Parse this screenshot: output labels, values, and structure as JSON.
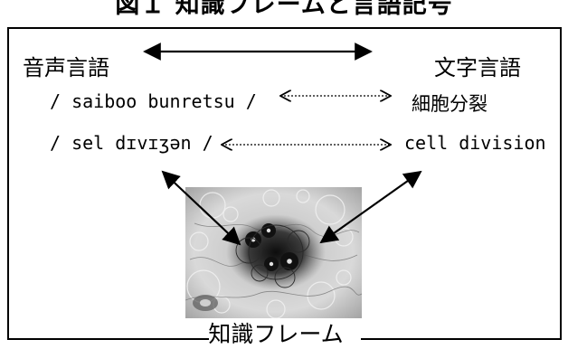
{
  "title": "図１ 知識フレームと言語記号",
  "spoken": {
    "heading": "音声言語",
    "jp_reading": "/ saiboo bunretsu /",
    "en_reading": "/ sel dɪvɪʒən /"
  },
  "written": {
    "heading": "文字言語",
    "jp_text": "細胞分裂",
    "en_text": "cell division"
  },
  "frame": {
    "caption": "知識フレーム",
    "image_subject": "fractal-cell-division"
  },
  "colors": {
    "line": "#000000",
    "background": "#ffffff",
    "fractal_dark": "#1a1a1a",
    "fractal_mid": "#8a8a8a",
    "fractal_light": "#e6e6e6"
  }
}
